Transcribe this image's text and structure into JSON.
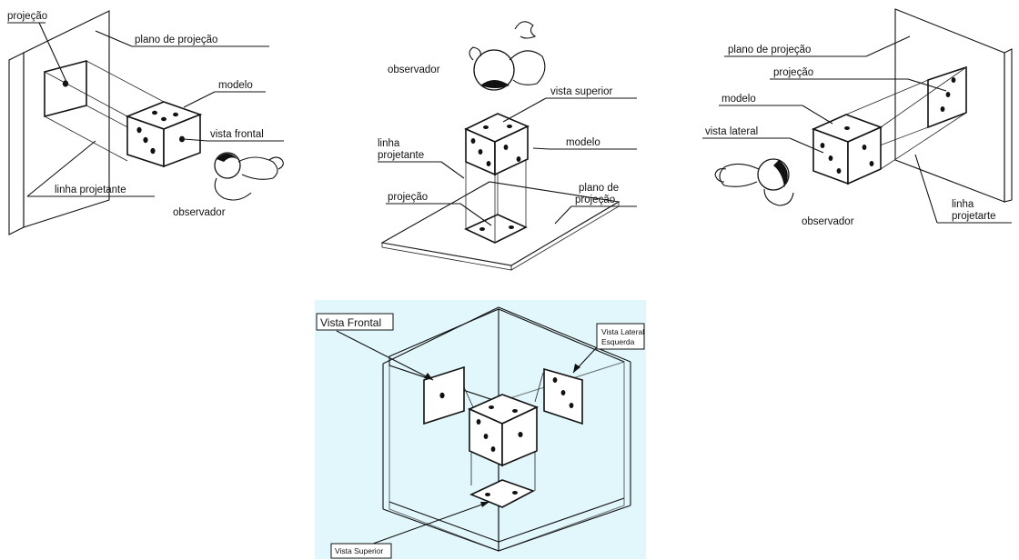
{
  "panel_left": {
    "projecao": "projeção",
    "plano": "plano de projeção",
    "modelo": "modelo",
    "vista": "vista frontal",
    "linha": "linha projetante",
    "observador": "observador"
  },
  "panel_center": {
    "observador": "observador",
    "vista": "vista superior",
    "linha_1": "linha",
    "linha_2": "projetante",
    "modelo": "modelo",
    "projecao": "projeção",
    "plano_1": "plano de",
    "plano_2": "projeção"
  },
  "panel_right": {
    "plano": "plano de projeção",
    "projecao": "projeção",
    "modelo": "modelo",
    "vista": "vista lateral",
    "linha_1": "linha",
    "linha_2": "projetarte",
    "observador": "observador"
  },
  "panel_bottom": {
    "vista_frontal": "Vista Frontal",
    "vista_lateral_1": "Vista Lateral",
    "vista_lateral_2": "Esquerda",
    "vista_superior": "Vista Superior",
    "background": "#e1f7fc"
  }
}
